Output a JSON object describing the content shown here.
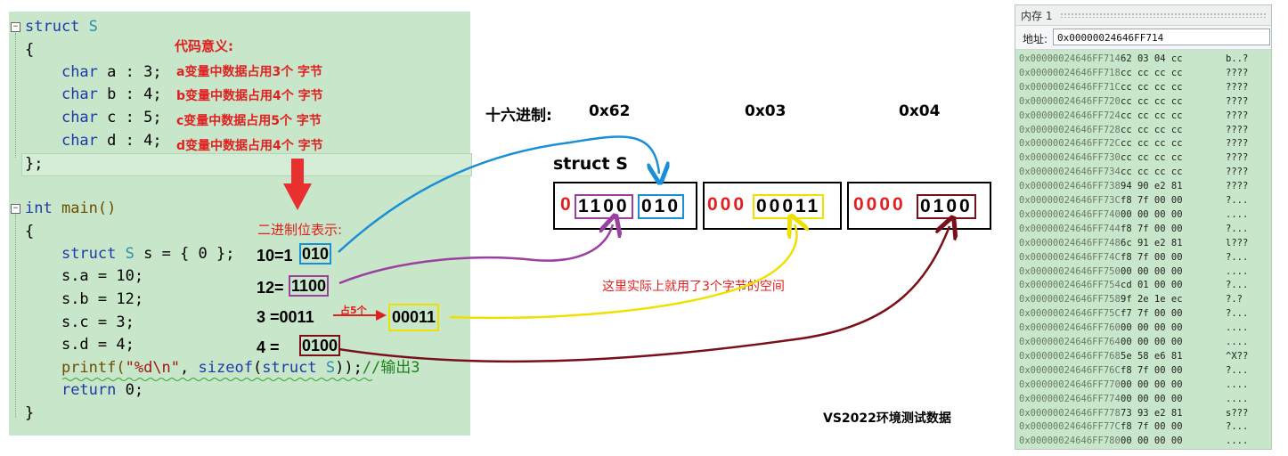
{
  "code": {
    "struct_kw": "struct",
    "struct_name": "S",
    "open_brace": "{",
    "close_brace": "};",
    "fields": [
      {
        "type": "char",
        "decl": " a : 3;"
      },
      {
        "type": "char",
        "decl": " b : 4;"
      },
      {
        "type": "char",
        "decl": " c : 5;"
      },
      {
        "type": "char",
        "decl": " d : 4;"
      }
    ],
    "main_kw": "int",
    "main_sig": " main()",
    "main_open": "{",
    "main_close": "}",
    "decl_struct": "struct",
    "decl_type": " S",
    "decl_rest": " s = { 0 };",
    "assign": [
      "s.a = 10;",
      "s.b = 12;",
      "s.c = 3;",
      "s.d = 4;"
    ],
    "printf_fn": "printf(",
    "printf_str": "\"%d\\n\"",
    "printf_mid": ", ",
    "printf_sizeof": "sizeof",
    "printf_paren": "(",
    "printf_struct": "struct",
    "printf_type": " S",
    "printf_end": "));",
    "printf_comment": "//输出3",
    "return_kw": "return",
    "return_val": " 0;",
    "fold_minus": "−"
  },
  "annotations": {
    "meaning_title": "代码意义:",
    "meanings": [
      "a变量中数据占用3个 字节",
      "b变量中数据占用4个 字节",
      "c变量中数据占用5个 字节",
      "d变量中数据占用4个 字节"
    ],
    "binary_title": "二进制位表示:",
    "bin_rows": [
      {
        "prefix": "10=1",
        "boxed": "010",
        "color": "#1a8fd8"
      },
      {
        "prefix": "12=",
        "boxed": "1100",
        "color": "#9b3fa0"
      },
      {
        "prefix": "3  =0011",
        "boxed": "",
        "color": ""
      },
      {
        "prefix": "4  =",
        "boxed": "0100",
        "color": "#7a0f1a"
      }
    ],
    "occupy_label": "占5个",
    "c_boxed": "00011",
    "space_note": "这里实际上就用了3个字节的空间",
    "env_note": "VS2022环境测试数据"
  },
  "diagram": {
    "hex_label": "十六进制:",
    "hex_values": [
      "0x62",
      "0x03",
      "0x04"
    ],
    "struct_label": "struct S",
    "byte0": {
      "red": "0",
      "purple": "1100",
      "blue": "010"
    },
    "byte1": {
      "red": "000",
      "yellow": "00011"
    },
    "byte2": {
      "red": "0000",
      "maroon": "0100"
    }
  },
  "colors": {
    "blue": "#1a8fd8",
    "purple": "#9b3fa0",
    "yellow": "#f0e000",
    "maroon": "#7a0f1a",
    "red": "#e02020"
  },
  "memory": {
    "title": "内存 1",
    "address_label": "地址:",
    "address_value": "0x00000024646FF714",
    "rows": [
      {
        "addr": "0x00000024646FF714",
        "bytes": "62 03 04 cc",
        "ascii": "b..?"
      },
      {
        "addr": "0x00000024646FF718",
        "bytes": "cc cc cc cc",
        "ascii": "????"
      },
      {
        "addr": "0x00000024646FF71C",
        "bytes": "cc cc cc cc",
        "ascii": "????"
      },
      {
        "addr": "0x00000024646FF720",
        "bytes": "cc cc cc cc",
        "ascii": "????"
      },
      {
        "addr": "0x00000024646FF724",
        "bytes": "cc cc cc cc",
        "ascii": "????"
      },
      {
        "addr": "0x00000024646FF728",
        "bytes": "cc cc cc cc",
        "ascii": "????"
      },
      {
        "addr": "0x00000024646FF72C",
        "bytes": "cc cc cc cc",
        "ascii": "????"
      },
      {
        "addr": "0x00000024646FF730",
        "bytes": "cc cc cc cc",
        "ascii": "????"
      },
      {
        "addr": "0x00000024646FF734",
        "bytes": "cc cc cc cc",
        "ascii": "????"
      },
      {
        "addr": "0x00000024646FF738",
        "bytes": "94 90 e2 81",
        "ascii": "????"
      },
      {
        "addr": "0x00000024646FF73C",
        "bytes": "f8 7f 00 00",
        "ascii": "?..."
      },
      {
        "addr": "0x00000024646FF740",
        "bytes": "00 00 00 00",
        "ascii": "...."
      },
      {
        "addr": "0x00000024646FF744",
        "bytes": "f8 7f 00 00",
        "ascii": "?..."
      },
      {
        "addr": "0x00000024646FF748",
        "bytes": "6c 91 e2 81",
        "ascii": "l???"
      },
      {
        "addr": "0x00000024646FF74C",
        "bytes": "f8 7f 00 00",
        "ascii": "?..."
      },
      {
        "addr": "0x00000024646FF750",
        "bytes": "00 00 00 00",
        "ascii": "...."
      },
      {
        "addr": "0x00000024646FF754",
        "bytes": "cd 01 00 00",
        "ascii": "?..."
      },
      {
        "addr": "0x00000024646FF758",
        "bytes": "9f 2e 1e ec",
        "ascii": "?.?"
      },
      {
        "addr": "0x00000024646FF75C",
        "bytes": "f7 7f 00 00",
        "ascii": "?..."
      },
      {
        "addr": "0x00000024646FF760",
        "bytes": "00 00 00 00",
        "ascii": "...."
      },
      {
        "addr": "0x00000024646FF764",
        "bytes": "00 00 00 00",
        "ascii": "...."
      },
      {
        "addr": "0x00000024646FF768",
        "bytes": "5e 58 e6 81",
        "ascii": "^X??"
      },
      {
        "addr": "0x00000024646FF76C",
        "bytes": "f8 7f 00 00",
        "ascii": "?..."
      },
      {
        "addr": "0x00000024646FF770",
        "bytes": "00 00 00 00",
        "ascii": "...."
      },
      {
        "addr": "0x00000024646FF774",
        "bytes": "00 00 00 00",
        "ascii": "...."
      },
      {
        "addr": "0x00000024646FF778",
        "bytes": "73 93 e2 81",
        "ascii": "s???"
      },
      {
        "addr": "0x00000024646FF77C",
        "bytes": "f8 7f 00 00",
        "ascii": "?..."
      },
      {
        "addr": "0x00000024646FF780",
        "bytes": "00 00 00 00",
        "ascii": "...."
      }
    ]
  }
}
